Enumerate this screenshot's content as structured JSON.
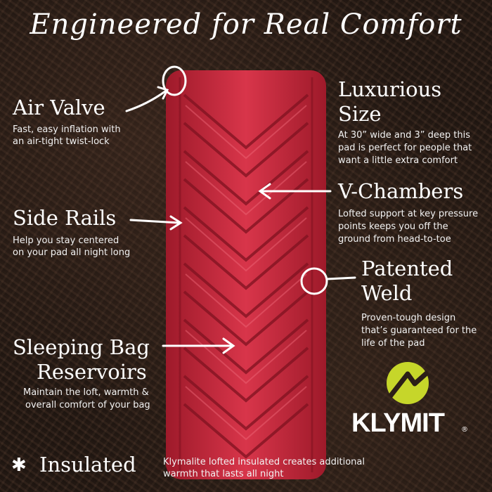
{
  "title": "Engineered for Real Comfort",
  "features": {
    "air_valve": {
      "heading": "Air Valve",
      "desc_1": "Fast, easy inflation with",
      "desc_2": "an air-tight twist-lock"
    },
    "luxurious_size": {
      "heading_1": "Luxurious",
      "heading_2": "Size",
      "desc_1": "At 30” wide and 3” deep this",
      "desc_2": "pad is perfect for people that",
      "desc_3": "want a little extra comfort"
    },
    "v_chambers": {
      "heading": "V-Chambers",
      "desc_1": "Lofted support at key pressure",
      "desc_2": "points keeps you off the",
      "desc_3": "ground from head-to-toe"
    },
    "side_rails": {
      "heading": "Side Rails",
      "desc_1": "Help you stay centered",
      "desc_2": "on your pad all night long"
    },
    "patented_weld": {
      "heading_1": "Patented",
      "heading_2": "Weld",
      "desc_1": "Proven-tough design",
      "desc_2": "that’s guaranteed for the",
      "desc_3": "life of the pad"
    },
    "sleeping_bag": {
      "heading_1": "Sleeping Bag",
      "heading_2": "Reservoirs",
      "desc_1": "Maintain the loft, warmth &",
      "desc_2": "overall comfort of your bag"
    },
    "insulated": {
      "symbol": "✱",
      "heading": "Insulated",
      "desc_1": "Klymalite lofted insulated creates additional",
      "desc_2": "warmth that lasts all night"
    }
  },
  "brand": {
    "name": "KLYMIT",
    "mark": "®",
    "logo_color": "#c6d62a"
  },
  "colors": {
    "pad": "#c8283a",
    "background": "#2b1e17"
  }
}
